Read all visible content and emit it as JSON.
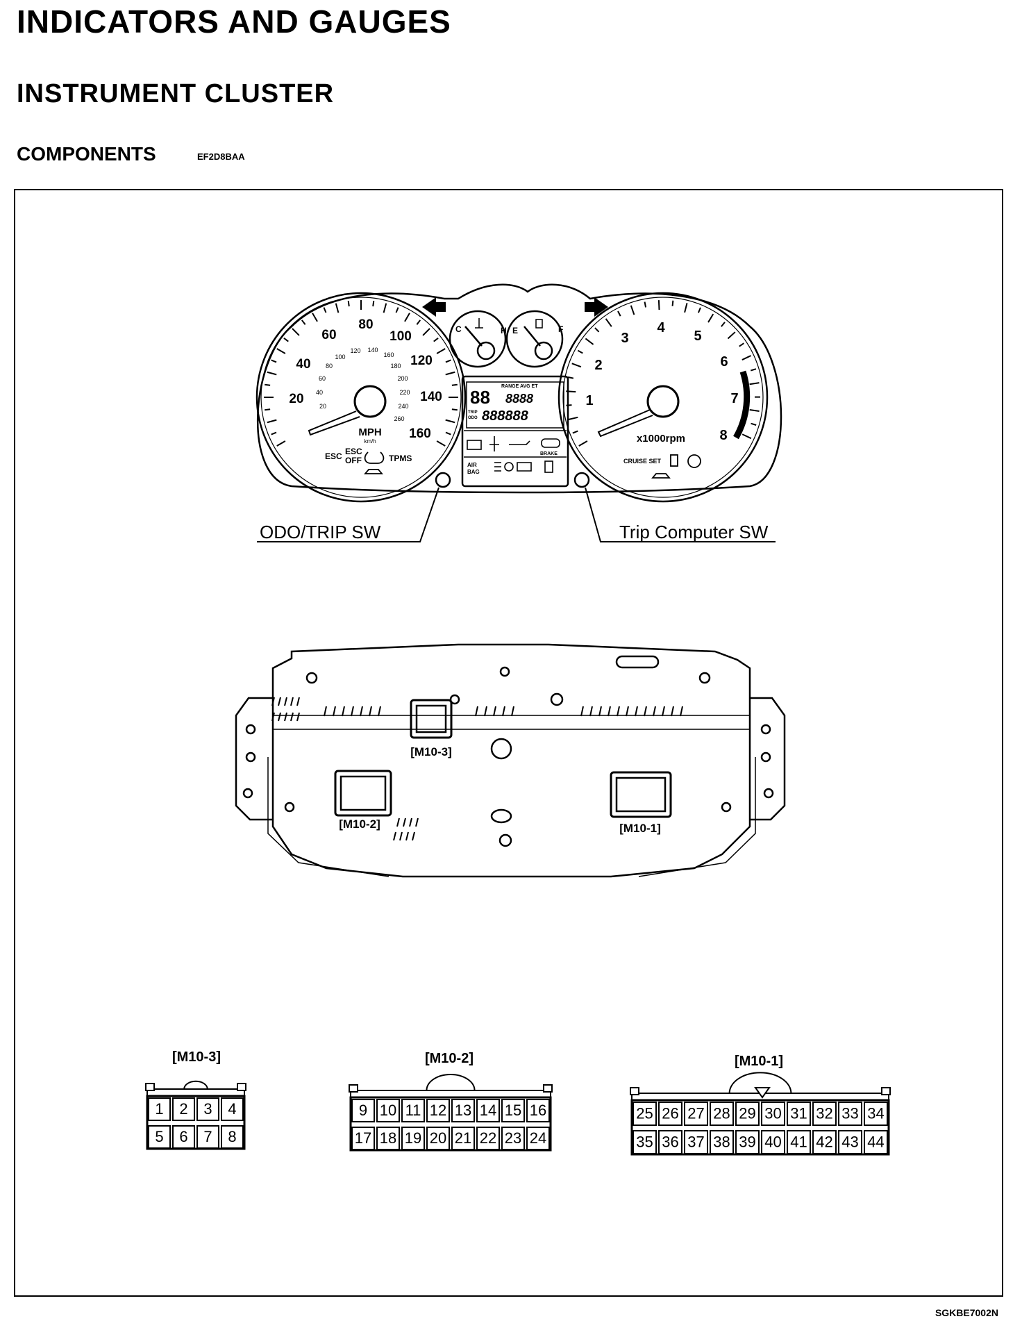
{
  "header": {
    "title": "INDICATORS AND GAUGES",
    "subtitle": "INSTRUMENT CLUSTER",
    "section": "COMPONENTS",
    "section_code": "EF2D8BAA"
  },
  "cluster": {
    "speedo_numbers": [
      "20",
      "40",
      "60",
      "80",
      "100",
      "120",
      "140",
      "160"
    ],
    "speedo_kmh_numbers": [
      "20",
      "40",
      "60",
      "80",
      "100",
      "120",
      "140",
      "160",
      "180",
      "200",
      "220",
      "240",
      "260"
    ],
    "speedo_unit": "MPH",
    "speedo_unit_sub": "km/h",
    "speedo_labels": {
      "esc": "ESC",
      "esc_off_1": "ESC",
      "esc_off_2": "OFF",
      "tpms": "TPMS"
    },
    "tacho_numbers": [
      "1",
      "2",
      "3",
      "4",
      "5",
      "6",
      "7",
      "8"
    ],
    "tacho_unit": "x1000rpm",
    "tacho_cruise": "CRUISE SET",
    "temp_letters": {
      "c": "C",
      "h": "H"
    },
    "fuel_letters": {
      "e": "E",
      "f": "F"
    },
    "lcd": {
      "digits_small": "88",
      "range_label": "RANGE AVG ET",
      "digits_mid": "8888",
      "trip_label": "TRIP",
      "odo_label": "ODO",
      "digits_big": "888888",
      "brake": "BRAKE",
      "airbag_1": "AIR",
      "airbag_2": "BAG"
    },
    "callout_left": "ODO/TRIP SW",
    "callout_right": "Trip Computer SW"
  },
  "rear": {
    "m10_3": "[M10-3]",
    "m10_2": "[M10-2]",
    "m10_1": "[M10-1]"
  },
  "connectors": {
    "m10_3": {
      "label": "[M10-3]",
      "rows": [
        [
          "1",
          "2",
          "3",
          "4"
        ],
        [
          "5",
          "6",
          "7",
          "8"
        ]
      ]
    },
    "m10_2": {
      "label": "[M10-2]",
      "rows": [
        [
          "9",
          "10",
          "11",
          "12",
          "13",
          "14",
          "15",
          "16"
        ],
        [
          "17",
          "18",
          "19",
          "20",
          "21",
          "22",
          "23",
          "24"
        ]
      ]
    },
    "m10_1": {
      "label": "[M10-1]",
      "rows": [
        [
          "25",
          "26",
          "27",
          "28",
          "29",
          "30",
          "31",
          "32",
          "33",
          "34"
        ],
        [
          "35",
          "36",
          "37",
          "38",
          "39",
          "40",
          "41",
          "42",
          "43",
          "44"
        ]
      ]
    }
  },
  "figure_id": "SGKBE7002N"
}
